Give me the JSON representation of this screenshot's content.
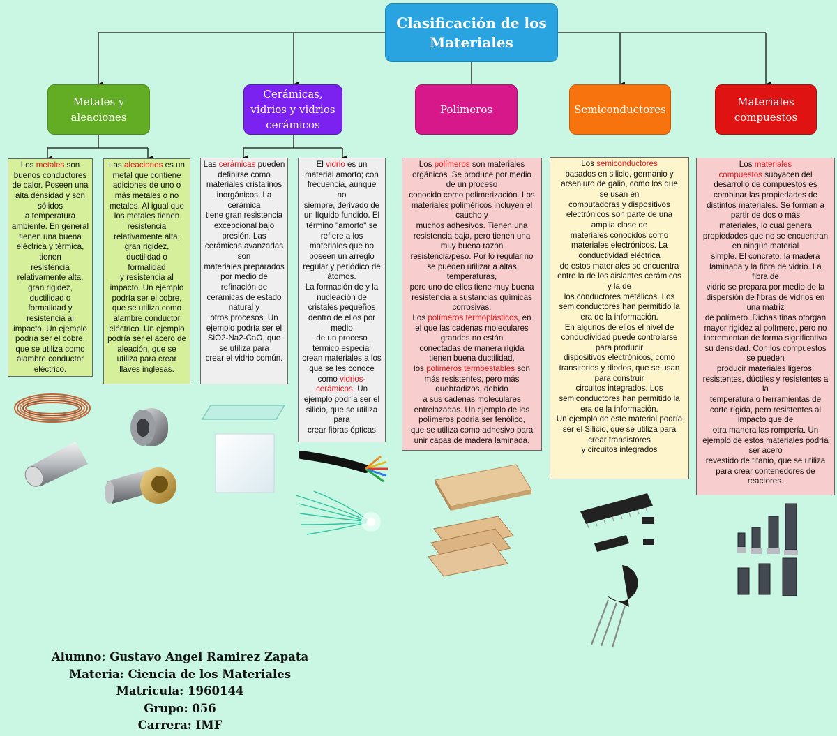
{
  "root": {
    "title_line1": "Clasificación de los",
    "title_line2": "Materiales"
  },
  "categories": {
    "metales": {
      "line1": "Metales y",
      "line2": "aleaciones"
    },
    "ceramicas": {
      "line1": "Cerámicas,",
      "line2": "vidrios y vidrios",
      "line3": "cerámicos"
    },
    "polimeros": {
      "line1": "Polímeros"
    },
    "semiconductores": {
      "line1": "Semiconductores"
    },
    "compuestos": {
      "line1": "Materiales",
      "line2": "compuestos"
    }
  },
  "boxes": {
    "metales": {
      "pre": "Los ",
      "term": "metales",
      "body": " son\nbuenos conductores\nde calor. Poseen una\nalta densidad y son\nsólidos\na temperatura\nambiente. En general\ntienen una buena\neléctrica y térmica,\ntienen\nresistencia\nrelativamente alta,\ngran rigidez,\nductilidad o\nformalidad y\nresistencia al\nimpacto. Un ejemplo\npodría ser el cobre,\nque se utiliza como\nalambre conductor\neléctrico."
    },
    "aleaciones": {
      "pre": "Las ",
      "term": "aleaciones",
      "body": " es un\nmetal que contiene\nadiciones de uno o\nmás metales o no\nmetales. Al igual que\nlos metales tienen\nresistencia\nrelativamente alta,\ngran rigidez,\nductilidad o\nformalidad\ny resistencia al\nimpacto. Un ejemplo\npodría ser el cobre,\nque se utiliza como\nalambre conductor\neléctrico. Un ejemplo\npodría ser el acero de\naleación, que se\nutiliza para crear\nllaves inglesas."
    },
    "ceramicas": {
      "pre": "Las ",
      "term": "cerámicas",
      "body": " pueden\ndefinirse como\nmateriales cristalinos\ninorgánicos. La\ncerámica\ntiene gran resistencia\nexcepcional bajo\npresión. Las\ncerámicas avanzadas\nson\nmateriales preparados\npor medio de\nrefinación de\ncerámicas de estado\nnatural y\notros procesos. Un\nejemplo podría ser el\nSiO2-Na2-CaO, que\nse utiliza para\ncrear el vidrio común."
    },
    "vidrio": {
      "pre": "El ",
      "term": "vidrio",
      "body": " es un\nmaterial amorfo; con\nfrecuencia, aunque\nno\nsiempre, derivado de\nun líquido fundido. El\ntérmino \"amorfo\" se\nrefiere a los\nmateriales que no\nposeen un arreglo\nregular y periódico de\nátomos.\nLa formación de y la\nnucleación de\ncristales pequeños\ndentro de ellos por\nmedio\nde un proceso\ntérmico especial\ncrean materiales a los\nque se les conoce\ncomo ",
      "term2": "vidrios-\ncerámicos",
      "post": ". Un\nejemplo podría ser el\nsilicio, que se utiliza\npara\ncrear fibras ópticas"
    },
    "polimeros": {
      "pre": "Los ",
      "term": "polímeros",
      "body": " son materiales\norgánicos. Se produce por medio\nde un proceso\nconocido como polimerización. Los\nmateriales poliméricos incluyen el\ncaucho y\nmuchos adhesivos. Tienen una\nresistencia baja, pero tienen una\nmuy buena razón\nresistencia/peso. Por lo regular no\nse pueden utilizar a altas\ntemperaturas,\npero uno de ellos tiene muy buena\nresistencia a sustancias químicas\ncorrosivas.\nLos ",
      "term2": "polímeros termoplásticos",
      "mid": ", en\nel que las cadenas moleculares\ngrandes no están\nconectadas de manera rígida\ntienen buena ductilidad,\nlos ",
      "term3": "polímeros termoestables",
      "post": " son\nmás resistentes, pero más\nquebradizos, debido\na sus cadenas moleculares\nentrelazadas. Un ejemplo de los\npolímeros podría ser fenólico,\nque se utiliza como adhesivo para\nunir capas de madera laminada."
    },
    "semiconductores": {
      "pre": "Los ",
      "term": "semiconductores",
      "body": "\nbasados en silicio, germanio y\narseniuro de galio, como los que\nse usan en\ncomputadoras y dispositivos\nelectrónicos son parte de una\namplia clase de\nmateriales conocidos como\nmateriales electrónicos. La\nconductividad eléctrica\nde estos materiales se encuentra\nentre la de los aislantes cerámicos\ny la de\nlos conductores metálicos. Los\nsemiconductores han permitido la\nera de la información.\nEn algunos de ellos el nivel de\nconductividad puede controlarse\npara producir\ndispositivos electrónicos, como\ntransitorios y diodos, que se usan\npara construir\ncircuitos integrados. Los\nsemiconductores han permitido la\nera de la información.\nUn ejemplo de este material podría\nser el Silicio, que se utiliza para\ncrear transistores\ny circuitos integrados"
    },
    "compuestos": {
      "pre": "Los ",
      "term": "materiales\ncompuestos",
      "body": " subyacen del\ndesarrollo de compuestos es\ncombinar las propiedades de\ndistintos materiales. Se forman a\npartir de dos o más\nmateriales, lo cual genera\npropiedades que no se encuentran\nen ningún material\nsimple. El concreto, la madera\nlaminada y la fibra de vidrio. La\nfibra de\nvidrio se prepara por medio de la\ndispersión de fibras de vidrios en\nuna matriz\nde polímero. Dichas finas otorgan\nmayor rigidez al polímero, pero no\nincrementan de forma significativa\nsu densidad. Con los compuestos\nse pueden\nproducir materiales ligeros,\nresistentes, dúctiles y resistentes a\nla\ntemperatura o herramientas de\ncorte rígida, pero resistentes al\nimpacto que de\notra manera las rompería. Un\nejemplo de estos materiales podría\nser acero\nrevestido de titanio, que se utiliza\npara crear contenedores de\nreactores."
    }
  },
  "footer": {
    "alumno": "Alumno: Gustavo Angel Ramirez Zapata",
    "materia": "Materia: Ciencia de los Materiales",
    "matricula": "Matricula: 1960144",
    "grupo": "Grupo: 056",
    "carrera": "Carrera: IMF"
  },
  "colors": {
    "background": "#c9f7e4",
    "root": "#2aa4e0",
    "metales": "#63ad25",
    "ceramicas": "#7b22f0",
    "polimeros": "#d6188a",
    "semiconductores": "#f7730d",
    "compuestos": "#e01313",
    "highlight": "#e8151a"
  }
}
